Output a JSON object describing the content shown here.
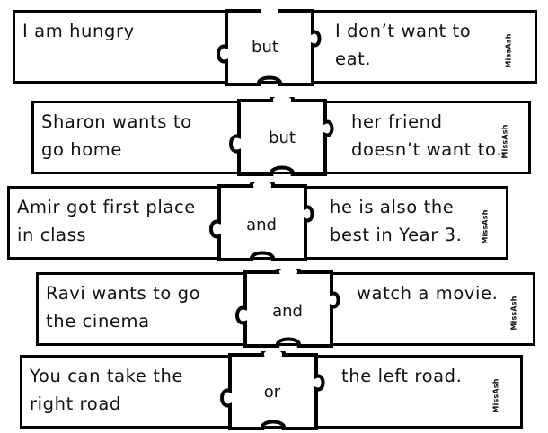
{
  "rows": [
    {
      "left_text": "I am hungry",
      "connective": "but",
      "right_text": "I don’t want to eat.",
      "logo": "MissAsh"
    },
    {
      "left_text": "Sharon wants to go home",
      "connective": "but",
      "right_text": "her friend doesn’t want to.",
      "logo": "MissAsh"
    },
    {
      "left_text": "Amir got first place in class",
      "connective": "and",
      "right_text": "he is also the best in Year 3.",
      "logo": "MissAsh"
    },
    {
      "left_text": "Ravi wants to go the cinema",
      "connective": "and",
      "right_text": "watch a movie.",
      "logo": "MissAsh"
    },
    {
      "left_text": "You can take the right road",
      "connective": "or",
      "right_text": "the left road.",
      "logo": "MissAsh"
    }
  ]
}
